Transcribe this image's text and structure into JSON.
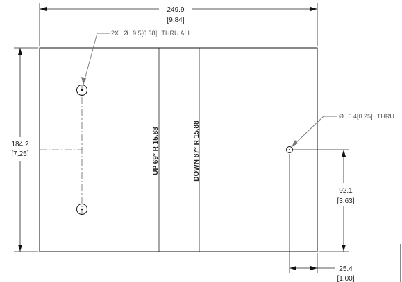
{
  "drawing": {
    "overall_width": {
      "value": "249.9",
      "alt": "[9.84]"
    },
    "overall_height": {
      "value": "184.2",
      "alt": "[7.25]"
    },
    "hole_pair_note": {
      "prefix": "2X",
      "symbol": "Ø",
      "value": "9.5",
      "alt": "[0.38]",
      "suffix": "THRU ALL"
    },
    "small_hole_note": {
      "symbol": "Ø",
      "value": "6.4",
      "alt": "[0.25]",
      "suffix": "THRU"
    },
    "hole_height": {
      "value": "92.1",
      "alt": "[3.63]"
    },
    "hole_offset": {
      "value": "25.4",
      "alt": "[1.00]"
    },
    "bend_up": "UP 69° R 15.88",
    "bend_down": "DOWN 87° R 15.88"
  }
}
